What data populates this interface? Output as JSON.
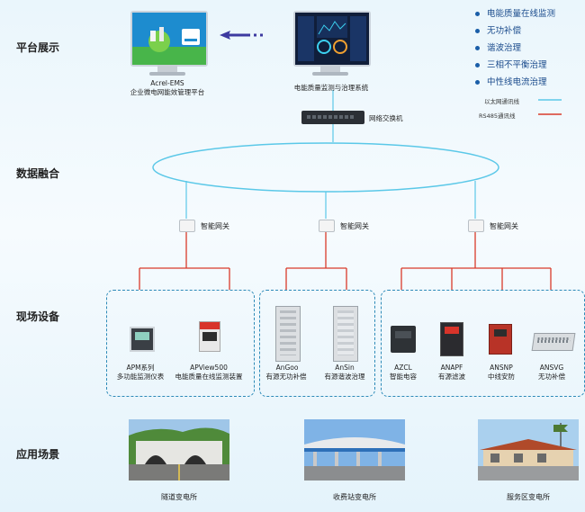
{
  "rows": {
    "platform": "平台展示",
    "data_fusion": "数据融合",
    "field_devices": "现场设备",
    "scenarios": "应用场景"
  },
  "platform": {
    "ems_title": "Acrel-EMS",
    "ems_subtitle": "企业微电网能效管理平台",
    "pq_system": "电能质量监测与治理系统",
    "switch_label": "网络交换机"
  },
  "features": [
    "电能质量在线监测",
    "无功补偿",
    "谐波治理",
    "三相不平衡治理",
    "中性线电流治理"
  ],
  "line_legend": {
    "ethernet": "以太网通讯线",
    "rs485": "RS485通讯线",
    "ethernet_color": "#5bc8e8",
    "rs485_color": "#d93a2b"
  },
  "gateways": [
    "智能网关",
    "智能网关",
    "智能网关"
  ],
  "devices": {
    "apm_name": "APM系列",
    "apm_desc": "多功能监测仪表",
    "apview_name": "APView500",
    "apview_desc": "电能质量在线监测装置",
    "angoo_name": "AnGoo",
    "angoo_desc": "有源无功补偿",
    "ansin_name": "AnSin",
    "ansin_desc": "有源谐波治理",
    "azcl_name": "AZCL",
    "azcl_desc": "智能电容",
    "anapf_name": "ANAPF",
    "anapf_desc": "有源滤波",
    "ansnp_name": "ANSNP",
    "ansnp_desc": "中线安防",
    "ansvg_name": "ANSVG",
    "ansvg_desc": "无功补偿"
  },
  "scenarios": [
    "隧道变电所",
    "收费站变电所",
    "服务区变电所"
  ]
}
